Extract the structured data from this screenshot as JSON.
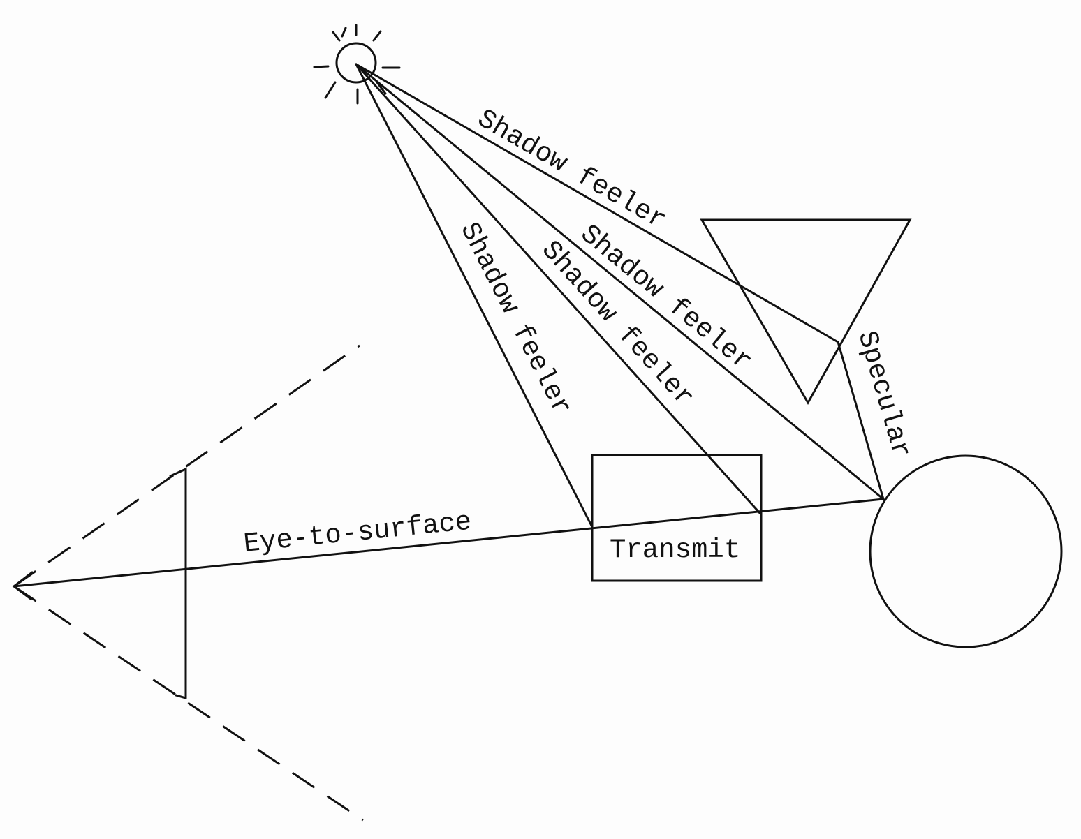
{
  "diagram": {
    "labels": {
      "shadow_feeler_1": "Shadow feeler",
      "shadow_feeler_2": "Shadow feeler",
      "shadow_feeler_3": "Shadow feeler",
      "shadow_feeler_4": "Shadow feeler",
      "specular": "Specular",
      "eye_to_surface": "Eye-to-surface",
      "transmit": "Transmit"
    },
    "colors": {
      "ink": "#111111",
      "paper": "#fdfdfd"
    }
  }
}
